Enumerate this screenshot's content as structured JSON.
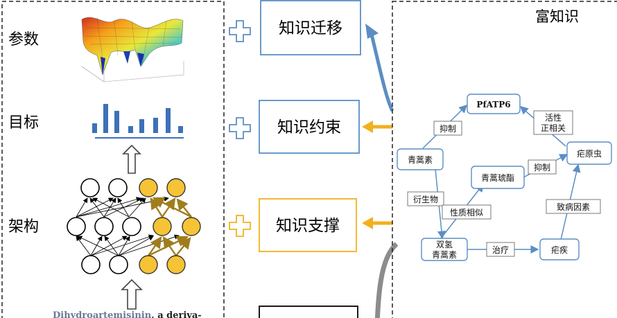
{
  "left_panel": {
    "row_labels": [
      "参数",
      "目标",
      "架构"
    ],
    "caption_name": "Dihydroartemisinin",
    "caption_rest": ", a deriva-"
  },
  "middle_panel": {
    "boxes": [
      "知识迁移",
      "知识约束",
      "知识支撑"
    ]
  },
  "right_panel": {
    "title": "富知识",
    "graph_nodes": {
      "pfatp6": "PfATP6",
      "artemisinin": "青蒿素",
      "artemether": "青蒿琥酯",
      "plasmodium": "疟原虫",
      "dha_line1": "双氢",
      "dha_line2": "青蒿素",
      "malaria": "疟疾"
    },
    "graph_edges": {
      "inhibit_1": "抑制",
      "positive_line1": "活性",
      "positive_line2": "正相关",
      "inhibit_2": "抑制",
      "derivative": "衍生物",
      "similar": "性质相似",
      "pathogen": "致病因素",
      "treat": "治疗"
    }
  },
  "colors": {
    "gold": "#f5c335",
    "gold_dark": "#a07d1c",
    "blue_border": "#5b8ec4",
    "arrow_blue": "#5b8ec4",
    "arrow_gold": "#f2b01e",
    "arrow_gray": "#8c8c8c",
    "plus_blue": "#5b8ec4",
    "bar_blue": "#3d71b8"
  },
  "icons": [
    "plus-icon",
    "surface-plot-icon",
    "bar-histogram-icon",
    "neural-network-icon",
    "hollow-up-arrow-icon"
  ]
}
